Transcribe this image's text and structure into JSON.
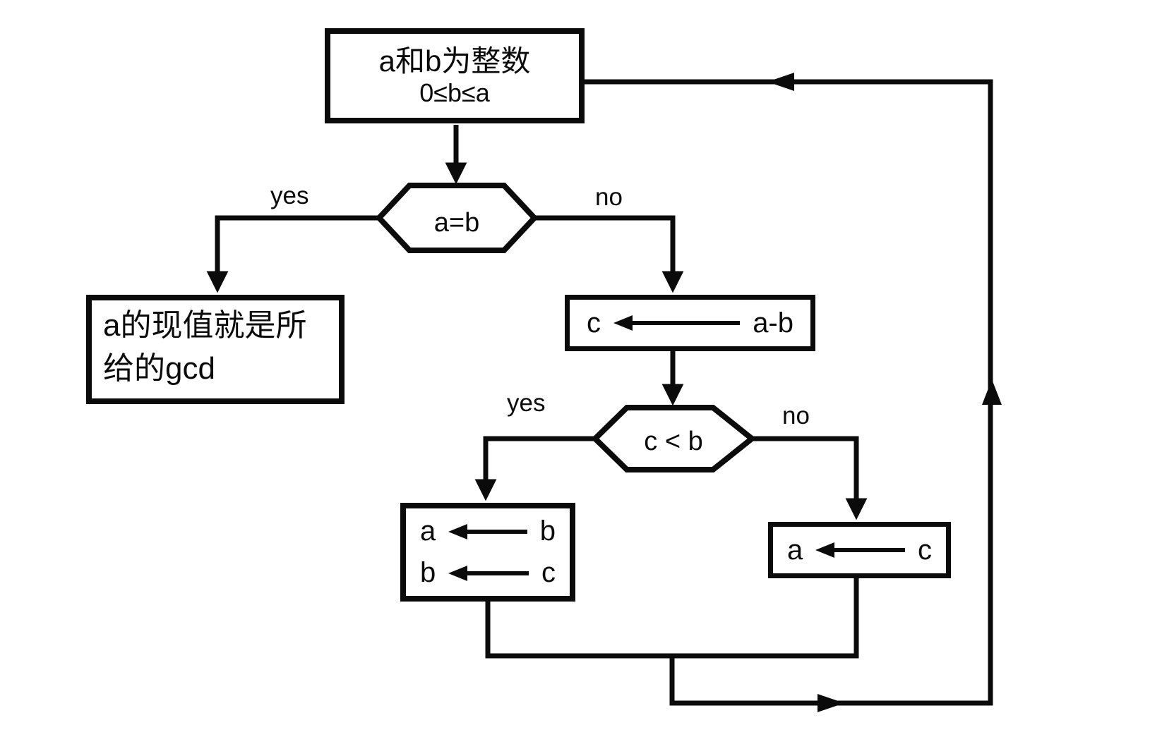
{
  "diagram": {
    "colors": {
      "stroke": "#0b0b0b",
      "background": "#ffffff"
    },
    "nodes": {
      "start": {
        "line1": "a和b为整数",
        "line2": "0≤b≤a"
      },
      "decision_a_eq_b": {
        "label": "a=b"
      },
      "result_gcd": {
        "text": "a的现值就是所给的gcd"
      },
      "assign_c": {
        "target": "c",
        "source": "a-b"
      },
      "decision_c_lt_b": {
        "label": "c < b"
      },
      "swap_ab": {
        "rows": [
          {
            "target": "a",
            "source": "b"
          },
          {
            "target": "b",
            "source": "c"
          }
        ]
      },
      "assign_a": {
        "target": "a",
        "source": "c"
      }
    },
    "edge_labels": {
      "aeqb_yes": "yes",
      "aeqb_no": "no",
      "cltb_yes": "yes",
      "cltb_no": "no"
    }
  }
}
